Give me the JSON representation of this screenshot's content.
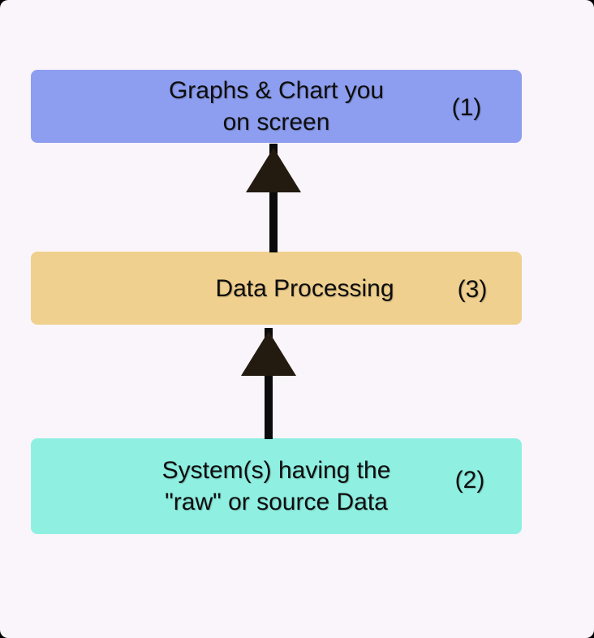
{
  "diagram": {
    "background_color": "#faf5fa",
    "text_color": "#0e0e0e",
    "arrow": {
      "stem_color": "#0b0b0b",
      "head_color": "#231a10",
      "direction": "up"
    },
    "nodes": [
      {
        "id": "graphs-charts",
        "label_lines": [
          "Graphs & Chart you",
          "on screen"
        ],
        "number": "(1)",
        "color": "#8d9ef0"
      },
      {
        "id": "data-processing",
        "label_lines": [
          "Data Processing"
        ],
        "number": "(3)",
        "color": "#f0d08e"
      },
      {
        "id": "source-systems",
        "label_lines": [
          "System(s) having the",
          "\"raw\" or source Data"
        ],
        "number": "(2)",
        "color": "#8ff0e2"
      }
    ],
    "edges": [
      {
        "from": "source-systems",
        "to": "data-processing"
      },
      {
        "from": "data-processing",
        "to": "graphs-charts"
      }
    ]
  }
}
